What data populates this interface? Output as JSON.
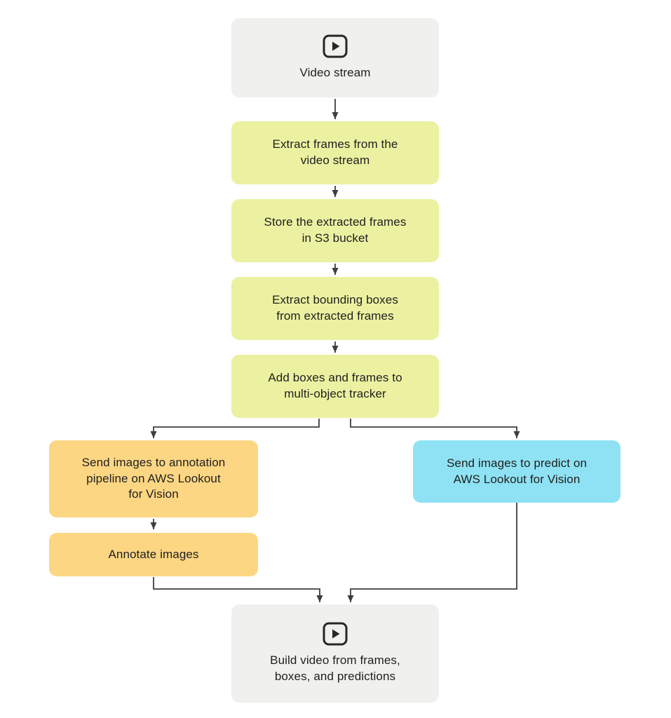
{
  "diagram": {
    "type": "flowchart",
    "colors": {
      "background": "#ffffff",
      "neutral_box": "#f0f0ee",
      "process_box": "#ecf1a1",
      "annotation_box": "#fcd683",
      "prediction_box": "#8fe2f3",
      "connector": "#3e3e3e",
      "text": "#1f1f1f",
      "icon": "#262626"
    },
    "nodes": {
      "video_stream": {
        "label": "Video stream",
        "icon": "video-play-icon",
        "color": "#f0f0ee"
      },
      "extract_frames": {
        "label": "Extract frames from the\nvideo stream",
        "color": "#ecf1a1"
      },
      "store_frames": {
        "label": "Store the extracted frames\nin S3 bucket",
        "color": "#ecf1a1"
      },
      "extract_boxes": {
        "label": "Extract bounding boxes\nfrom extracted frames",
        "color": "#ecf1a1"
      },
      "add_tracker": {
        "label": "Add boxes and frames to\nmulti-object tracker",
        "color": "#ecf1a1"
      },
      "send_annotation": {
        "label": "Send images to annotation\npipeline on AWS Lookout\nfor Vision",
        "color": "#fcd683"
      },
      "annotate_images": {
        "label": "Annotate images",
        "color": "#fcd683"
      },
      "send_predict": {
        "label": "Send images to predict on\nAWS Lookout for Vision",
        "color": "#8fe2f3"
      },
      "build_video": {
        "label": "Build video from frames,\nboxes, and predictions",
        "icon": "video-play-icon",
        "color": "#f0f0ee"
      }
    },
    "edges": [
      {
        "from": "video_stream",
        "to": "extract_frames"
      },
      {
        "from": "extract_frames",
        "to": "store_frames"
      },
      {
        "from": "store_frames",
        "to": "extract_boxes"
      },
      {
        "from": "extract_boxes",
        "to": "add_tracker"
      },
      {
        "from": "add_tracker",
        "to": "send_annotation"
      },
      {
        "from": "add_tracker",
        "to": "send_predict"
      },
      {
        "from": "send_annotation",
        "to": "annotate_images"
      },
      {
        "from": "annotate_images",
        "to": "build_video"
      },
      {
        "from": "send_predict",
        "to": "build_video"
      }
    ]
  }
}
